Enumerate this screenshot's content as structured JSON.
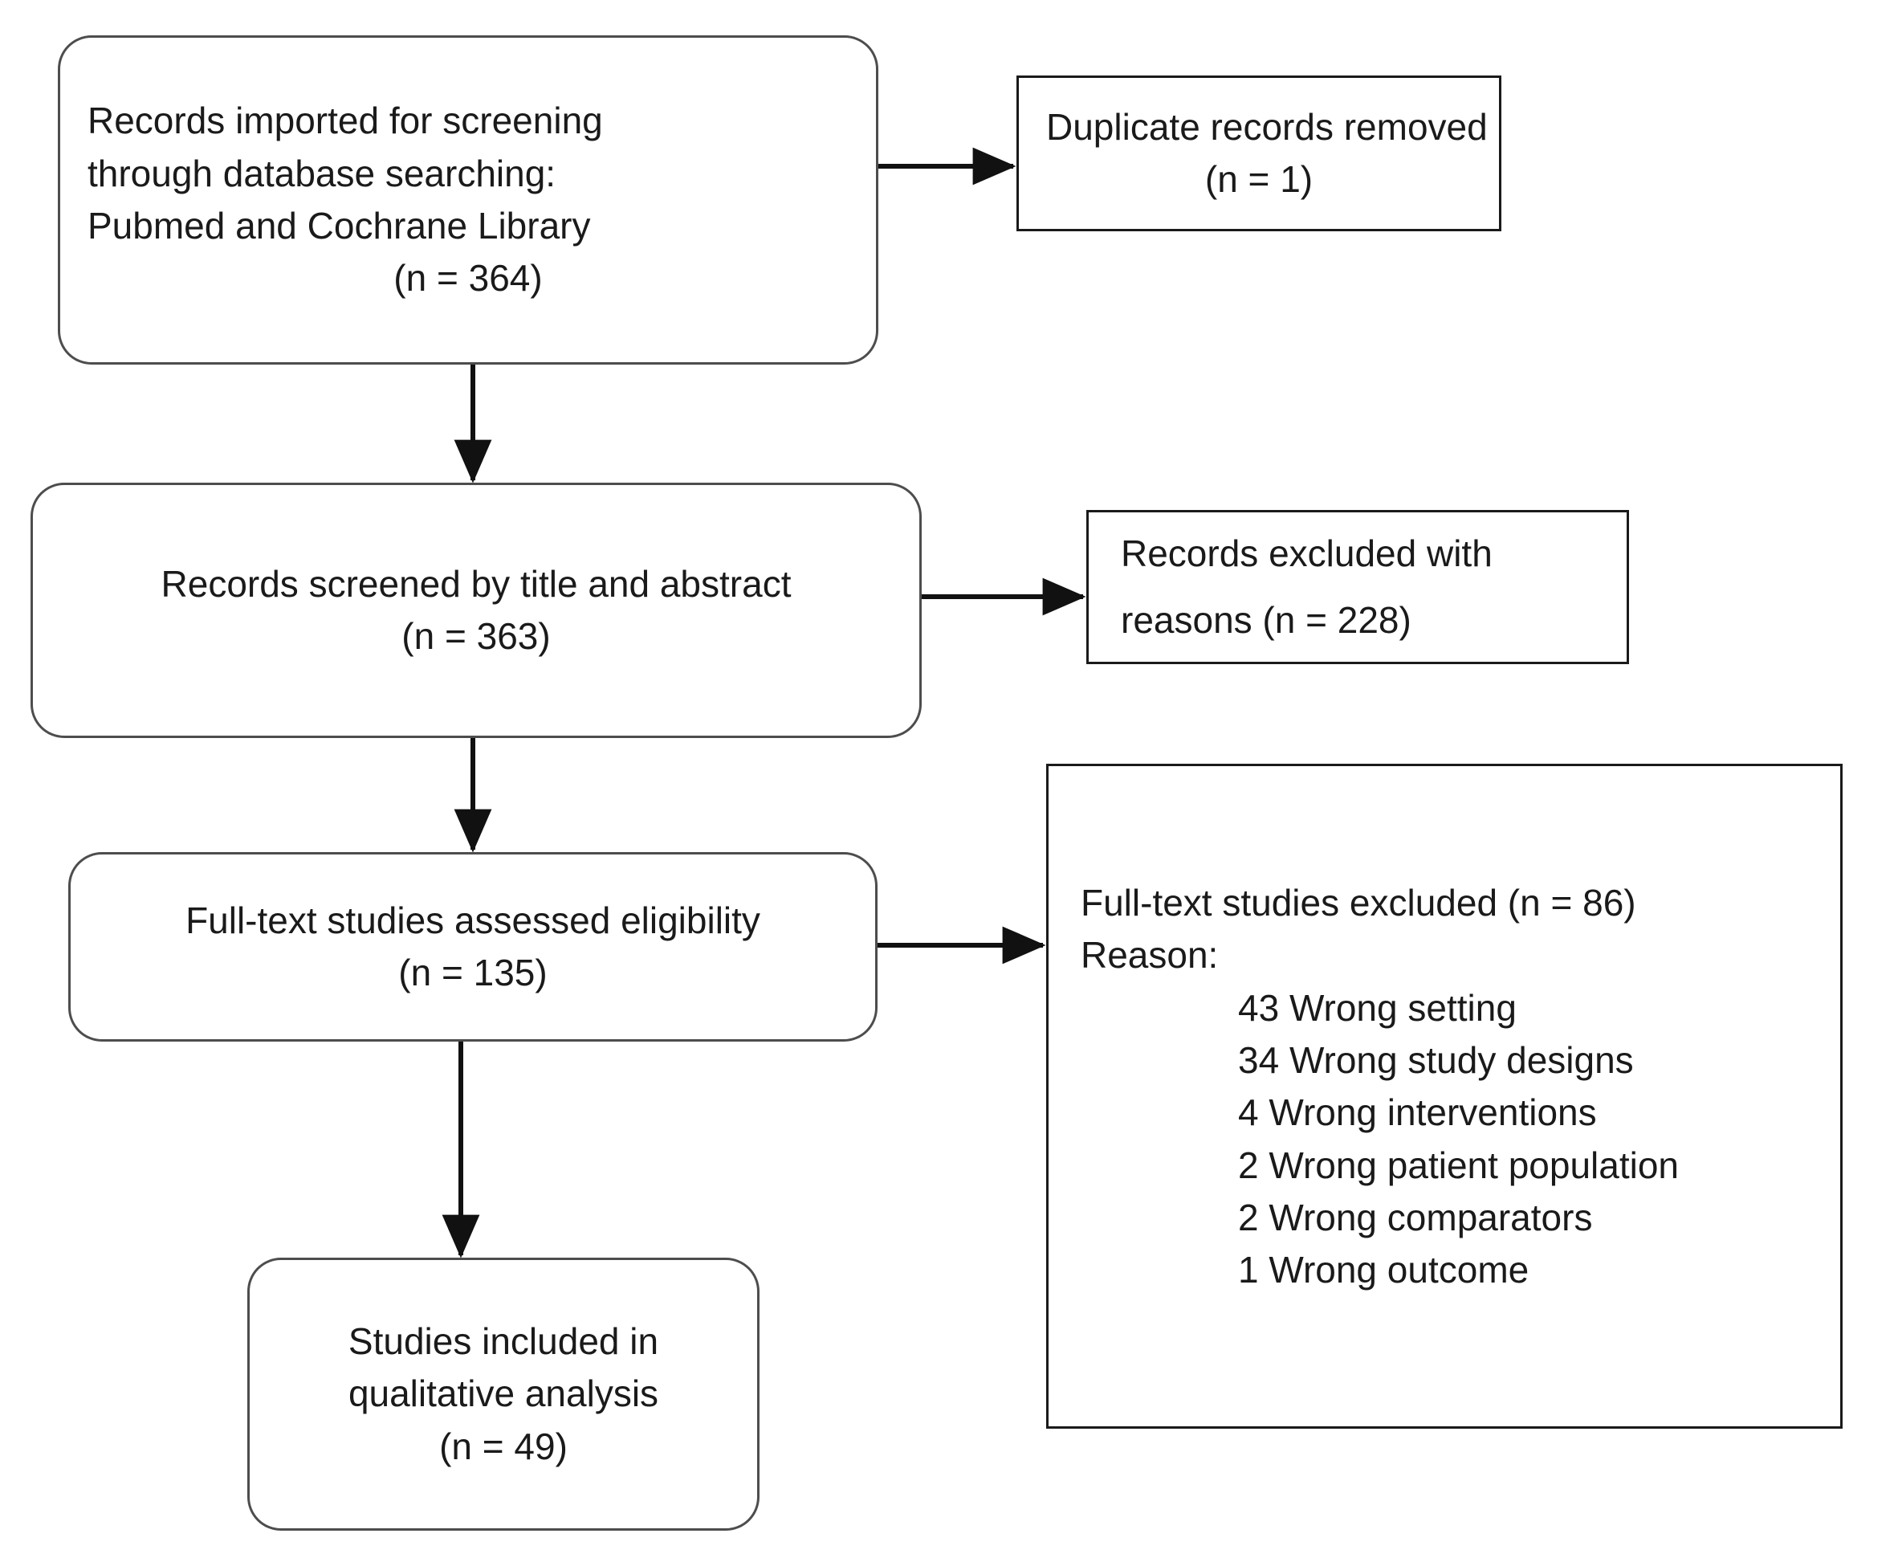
{
  "diagram": {
    "type": "prisma-flow-diagram",
    "stroke_color_rounded": "#4d4d4d",
    "stroke_color_sharp": "#1a1a1a",
    "background": "#ffffff"
  },
  "nodes": {
    "imported": {
      "name": "records-imported",
      "lines": [
        "Records imported for screening",
        "through database searching:",
        "Pubmed and Cochrane Library",
        "(n = 364)"
      ],
      "count": 364
    },
    "duplicates": {
      "name": "duplicate-records-removed",
      "lines": [
        "Duplicate records removed",
        "(n = 1)"
      ],
      "count": 1
    },
    "screened": {
      "name": "records-screened",
      "lines": [
        "Records screened by title and abstract",
        "(n = 363)"
      ],
      "count": 363
    },
    "excluded": {
      "name": "records-excluded",
      "lines": [
        "Records excluded with",
        "reasons (n = 228)"
      ],
      "count": 228
    },
    "fulltext": {
      "name": "full-text-assessed",
      "lines": [
        "Full-text studies assessed eligibility",
        "(n = 135)"
      ],
      "count": 135
    },
    "reasons": {
      "name": "full-text-excluded-reasons",
      "header_line_1": "Full-text studies excluded (n = 86)",
      "header_line_2": "Reason:",
      "count": 86,
      "items": [
        "43 Wrong setting",
        "34 Wrong study designs",
        "4 Wrong interventions",
        "2 Wrong patient population",
        "2 Wrong comparators",
        "1 Wrong outcome"
      ]
    },
    "included": {
      "name": "studies-included",
      "lines": [
        "Studies included in",
        "qualitative analysis",
        "(n = 49)"
      ],
      "count": 49
    }
  },
  "chart_data": {
    "type": "diagram",
    "title": "PRISMA study selection flow diagram",
    "stages": [
      {
        "label": "Records imported for screening through database searching: Pubmed and Cochrane Library",
        "n": 364
      },
      {
        "label": "Duplicate records removed",
        "n": 1
      },
      {
        "label": "Records screened by title and abstract",
        "n": 363
      },
      {
        "label": "Records excluded with reasons",
        "n": 228
      },
      {
        "label": "Full-text studies assessed eligibility",
        "n": 135
      },
      {
        "label": "Full-text studies excluded",
        "n": 86
      },
      {
        "label": "Studies included in qualitative analysis",
        "n": 49
      }
    ],
    "exclusion_reasons": [
      {
        "reason": "Wrong setting",
        "n": 43
      },
      {
        "reason": "Wrong study designs",
        "n": 34
      },
      {
        "reason": "Wrong interventions",
        "n": 4
      },
      {
        "reason": "Wrong patient population",
        "n": 2
      },
      {
        "reason": "Wrong comparators",
        "n": 2
      },
      {
        "reason": "Wrong outcome",
        "n": 1
      }
    ]
  }
}
